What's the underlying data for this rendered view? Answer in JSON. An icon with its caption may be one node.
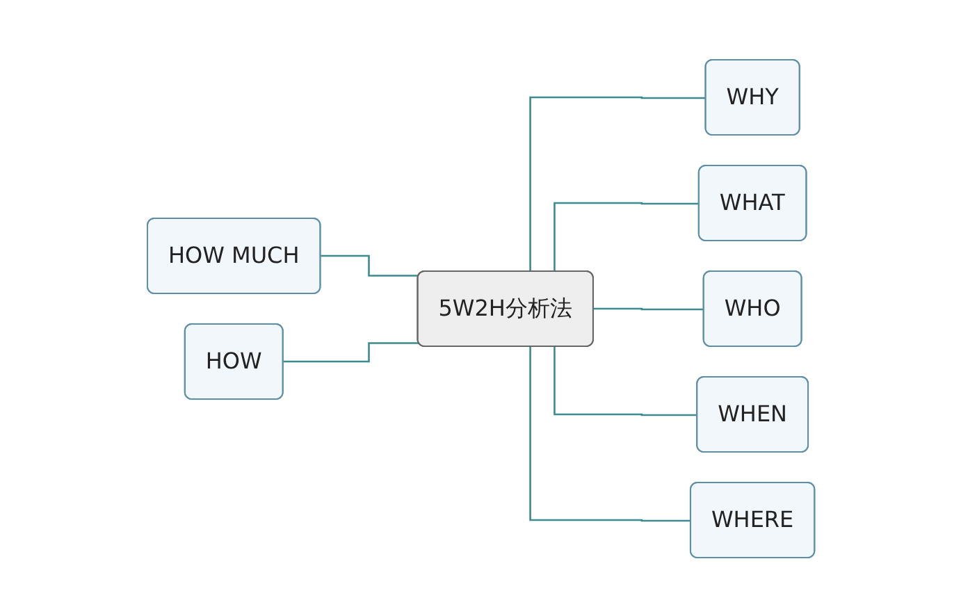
{
  "diagram": {
    "nodes": [
      {
        "text": [
          "HOW MUCH"
        ]
      },
      {
        "text": [
          "HOW"
        ]
      },
      {
        "text": [
          "5W2H分析法"
        ]
      },
      {
        "text": [
          "WHY"
        ]
      },
      {
        "text": [
          "WHAT"
        ]
      },
      {
        "text": [
          "WHO"
        ]
      },
      {
        "text": [
          "WHEN"
        ]
      },
      {
        "text": [
          "WHERE"
        ]
      }
    ],
    "edges": [
      {
        "from": 0,
        "to": 2,
        "arrow": "none"
      },
      {
        "from": 1,
        "to": 2,
        "arrow": "none"
      },
      {
        "from": 2,
        "to": 3,
        "arrow": "none"
      },
      {
        "from": 2,
        "to": 4,
        "arrow": "none"
      },
      {
        "from": 2,
        "to": 5,
        "arrow": "none"
      },
      {
        "from": 2,
        "to": 6,
        "arrow": "none"
      },
      {
        "from": 2,
        "to": 7,
        "arrow": "none"
      }
    ]
  }
}
